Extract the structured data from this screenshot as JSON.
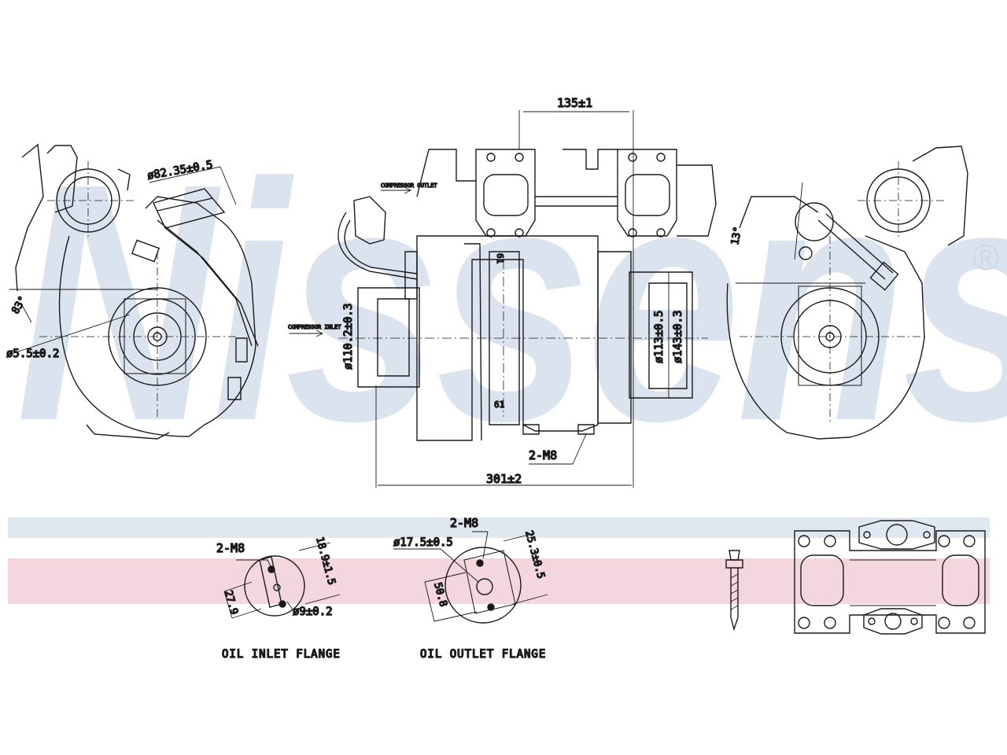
{
  "watermark": {
    "brand": "Nissens",
    "registered": "®"
  },
  "colors": {
    "line": "#1a1a1a",
    "watermark": "#dbe3ee",
    "band_blue": "#dfe7f0",
    "band_pink": "#f3d6de"
  },
  "side_view_left": {
    "dim_outlet": "ø82.35±0.5",
    "dim_angle": "83°",
    "dim_hole": "ø5.5±0.2"
  },
  "front_view": {
    "dim_top": "135±1",
    "dim_bottom": "301±2",
    "dim_left_diam": "ø110.2±0.3",
    "dim_right_inner": "ø113±0.5",
    "dim_right_outer": "ø143±0.3",
    "dim_mid_top": "61",
    "dim_mid_bottom": "61",
    "bolts": "2-M8",
    "note_top": "COMPRESSOR OUTLET",
    "note_left": "COMPRESSOR INLET"
  },
  "side_view_right": {
    "dim_angle": "13°"
  },
  "oil_inlet_flange": {
    "label": "OIL INLET FLANGE",
    "bolts": "2-M8",
    "dim_a": "18.9±1.5",
    "dim_b": "27.9",
    "dim_hole": "ø9±0.2"
  },
  "oil_outlet_flange": {
    "label": "OIL OUTLET FLANGE",
    "bolts": "2-M8",
    "dim_hole": "ø17.5±0.5",
    "dim_a": "25.3±0.5",
    "dim_b": "50.8"
  }
}
